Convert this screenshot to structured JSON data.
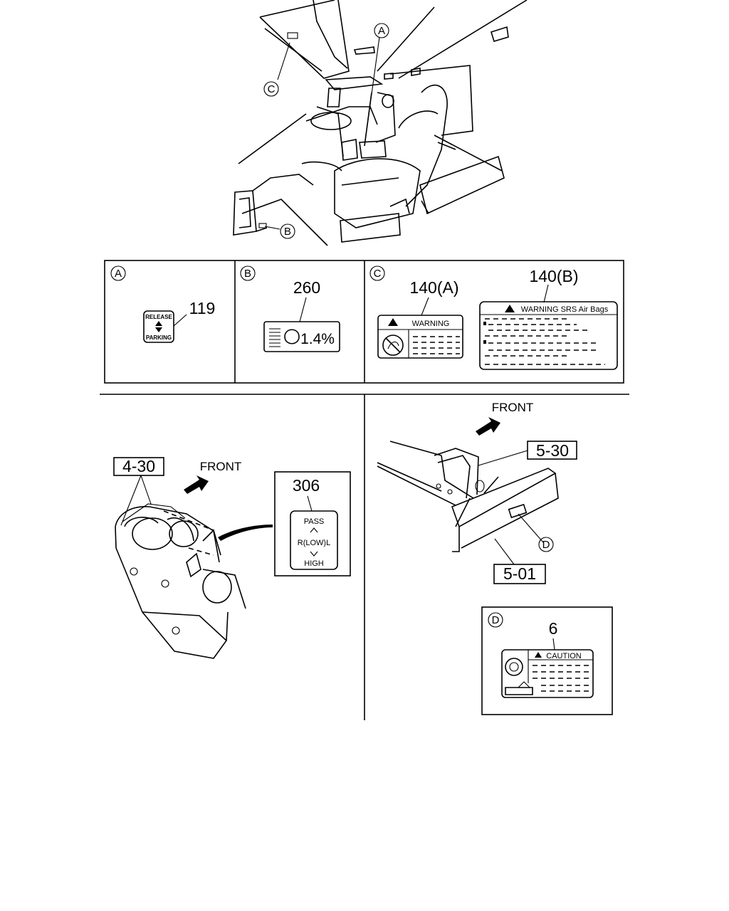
{
  "callouts": {
    "a": "A",
    "b": "B",
    "c": "C",
    "d": "D"
  },
  "panel_a": {
    "part_no": "119",
    "label_top": "RELEASE",
    "label_bottom": "PARKING"
  },
  "panel_b": {
    "part_no": "260",
    "display_value": "1.4%"
  },
  "panel_c": {
    "part_a": "140(A)",
    "part_b": "140(B)",
    "label_a_title": "WARNING",
    "label_b_title": "WARNING SRS Air Bags"
  },
  "lower_left": {
    "assembly_no": "4-30",
    "front_label": "FRONT"
  },
  "switch_label": {
    "part_no": "306",
    "pass": "PASS",
    "mid": "R(LOW)L",
    "high": "HIGH"
  },
  "lower_right": {
    "front_label": "FRONT",
    "assembly_top": "5-30",
    "assembly_bottom": "5-01"
  },
  "panel_d": {
    "part_no": "6",
    "label_title": "CAUTION"
  }
}
